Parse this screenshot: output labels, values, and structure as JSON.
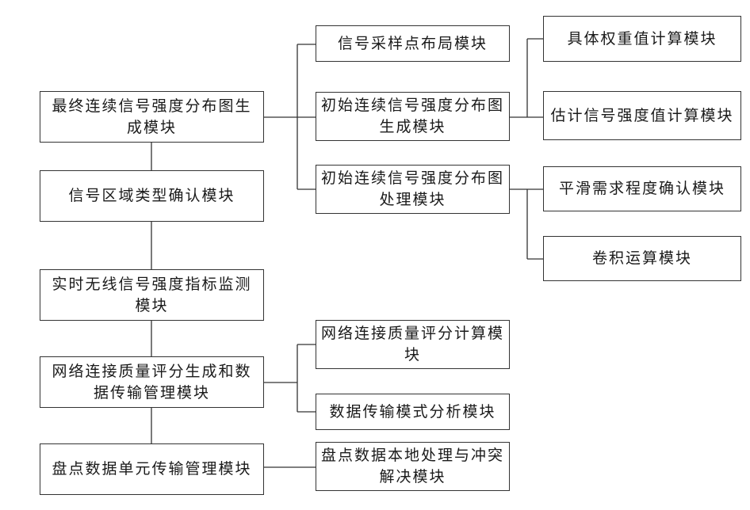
{
  "diagram": {
    "modules": {
      "final_map_generation": "最终连续信号强度分布图生成模块",
      "region_type_confirm": "信号区域类型确认模块",
      "realtime_monitor": "实时无线信号强度指标监测模块",
      "network_score_transfer": "网络连接质量评分生成和数据传输管理模块",
      "inventory_transfer": "盘点数据单元传输管理模块",
      "sampling_layout": "信号采样点布局模块",
      "initial_map_generation": "初始连续信号强度分布图生成模块",
      "initial_map_processing": "初始连续信号强度分布图处理模块",
      "weight_calc": "具体权重值计算模块",
      "estimate_calc": "估计信号强度值计算模块",
      "smooth_confirm": "平滑需求程度确认模块",
      "convolution": "卷积运算模块",
      "score_calc": "网络连接质量评分计算模块",
      "transfer_mode_analysis": "数据传输模式分析模块",
      "local_processing": "盘点数据本地处理与冲突解决模块"
    },
    "line_color": "#333333",
    "box_border_color": "#333333"
  }
}
